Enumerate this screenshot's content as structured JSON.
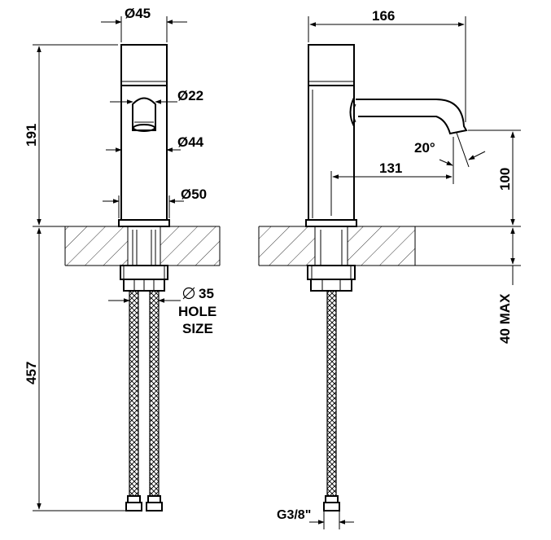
{
  "front_view": {
    "dim_body_diameter": "Ø45",
    "dim_outlet_diameter": "Ø22",
    "dim_lower_diameter": "Ø44",
    "dim_base_diameter": "Ø50",
    "dim_total_height": "191",
    "dim_hose_length": "457",
    "hole_diameter": "35",
    "hole_label_1": "HOLE",
    "hole_label_2": "SIZE"
  },
  "side_view": {
    "dim_total_depth": "166",
    "dim_spout_reach": "131",
    "dim_spout_angle": "20°",
    "dim_spout_height": "100",
    "dim_deck_thickness": "40 MAX",
    "dim_connection": "G3/8\""
  }
}
